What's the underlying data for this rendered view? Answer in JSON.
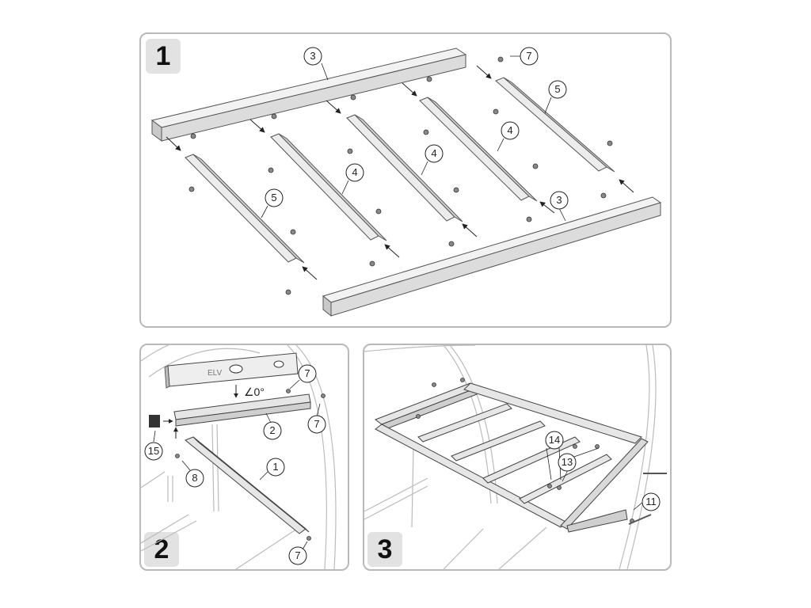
{
  "steps": [
    {
      "number": "1",
      "callouts": [
        "3",
        "7",
        "5",
        "4",
        "4",
        "4",
        "5",
        "3"
      ]
    },
    {
      "number": "2",
      "callouts": [
        "7",
        "2",
        "7",
        "15",
        "8",
        "1",
        "7"
      ],
      "level_text": "ELV",
      "angle_label": "∠0°"
    },
    {
      "number": "3",
      "callouts": [
        "14",
        "13",
        "11"
      ]
    }
  ]
}
